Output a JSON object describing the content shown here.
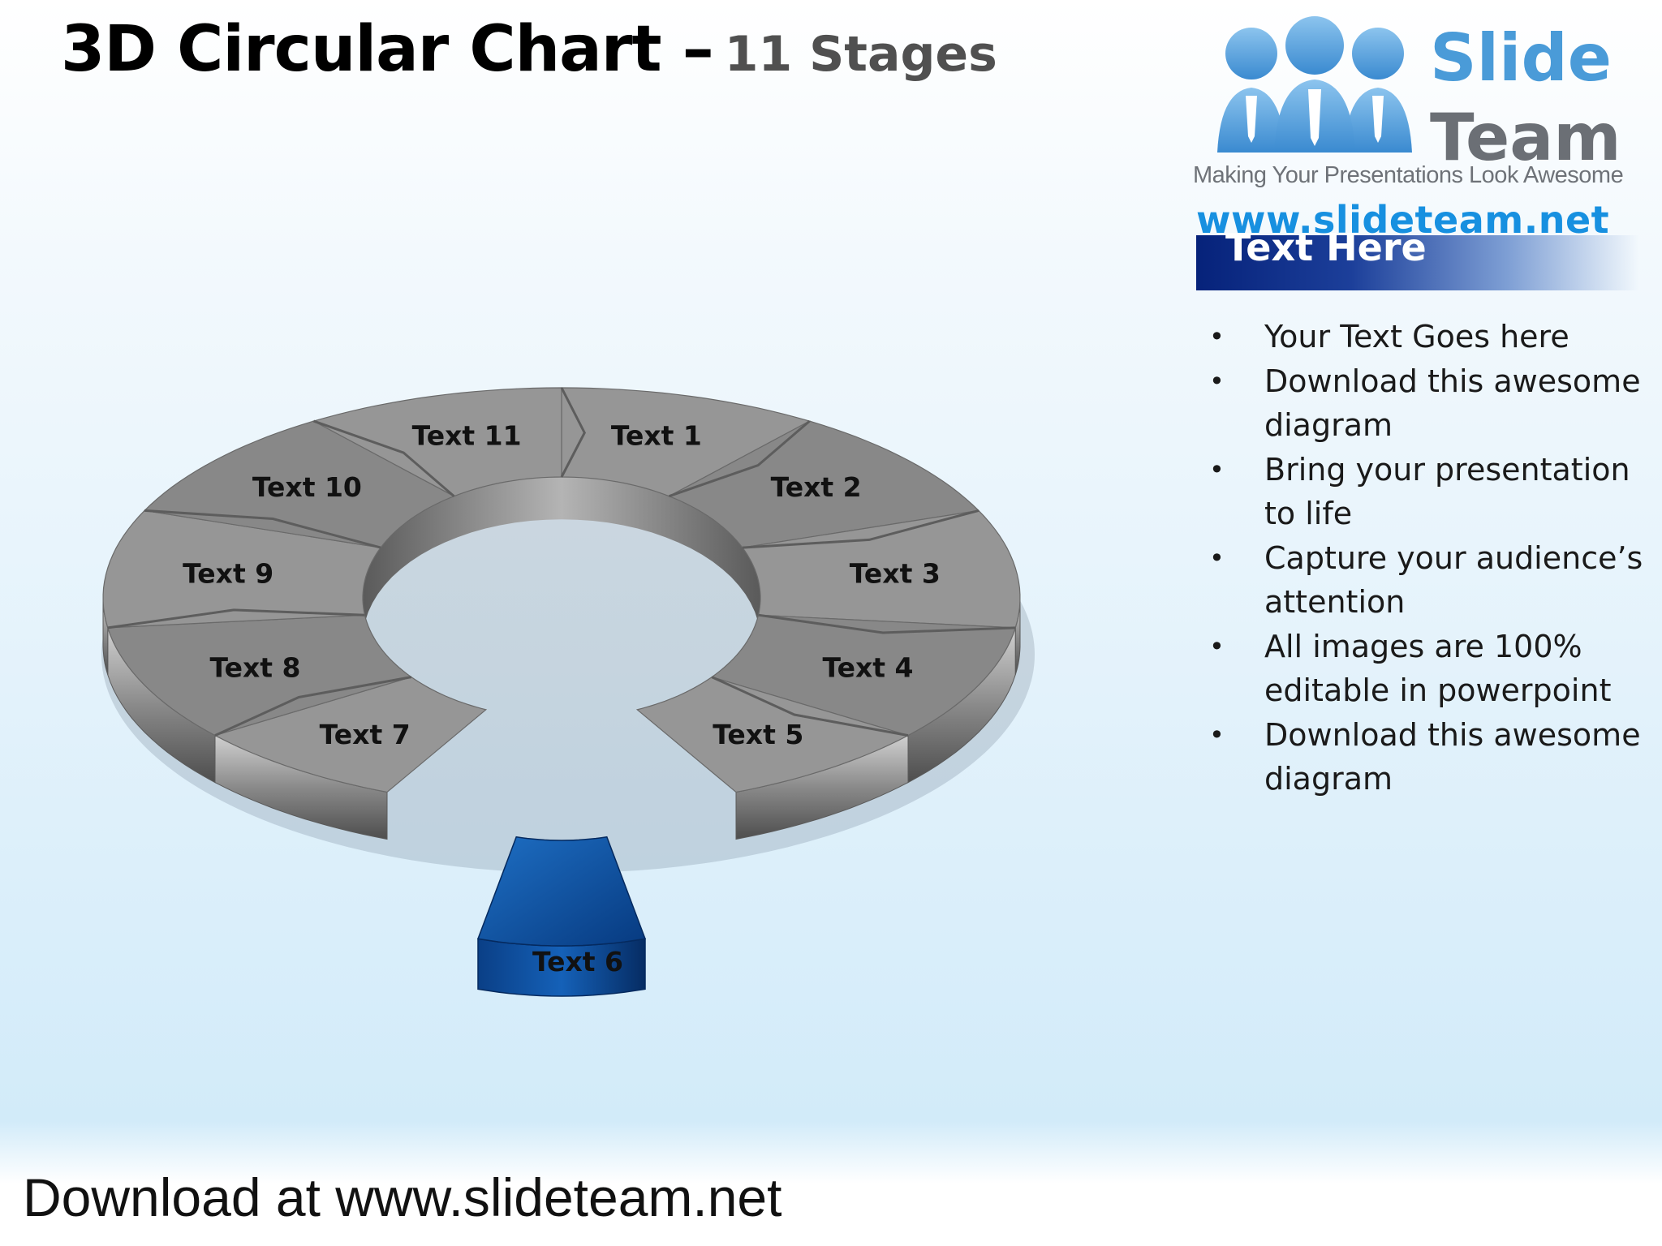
{
  "title": {
    "main": "3D Circular Chart –",
    "sub": "11 Stages"
  },
  "logo": {
    "word1": "Slide",
    "word2": "Team",
    "tagline": "Making Your Presentations Look Awesome",
    "url": "www.slideteam.net",
    "colors": {
      "blue": "#4a9bd8",
      "gray": "#6b6f75",
      "url": "#1790e0"
    }
  },
  "panel": {
    "heading": "Text Here",
    "bullets": [
      "Your Text Goes here",
      "Download this awesome diagram",
      "Bring your presentation to life",
      "Capture your audience’s attention",
      "All images are 100% editable in powerpoint",
      "Download this awesome diagram"
    ]
  },
  "diagram": {
    "highlight_color": "#0d55a6",
    "segment_color": "#8d8d8d",
    "stages": [
      {
        "label": "Text 1",
        "highlight": false
      },
      {
        "label": "Text 2",
        "highlight": false
      },
      {
        "label": "Text 3",
        "highlight": false
      },
      {
        "label": "Text 4",
        "highlight": false
      },
      {
        "label": "Text 5",
        "highlight": false
      },
      {
        "label": "Text 6",
        "highlight": true
      },
      {
        "label": "Text 7",
        "highlight": false
      },
      {
        "label": "Text 8",
        "highlight": false
      },
      {
        "label": "Text 9",
        "highlight": false
      },
      {
        "label": "Text 10",
        "highlight": false
      },
      {
        "label": "Text 11",
        "highlight": false
      }
    ]
  },
  "footer": {
    "text": "Download at www.slideteam.net"
  }
}
